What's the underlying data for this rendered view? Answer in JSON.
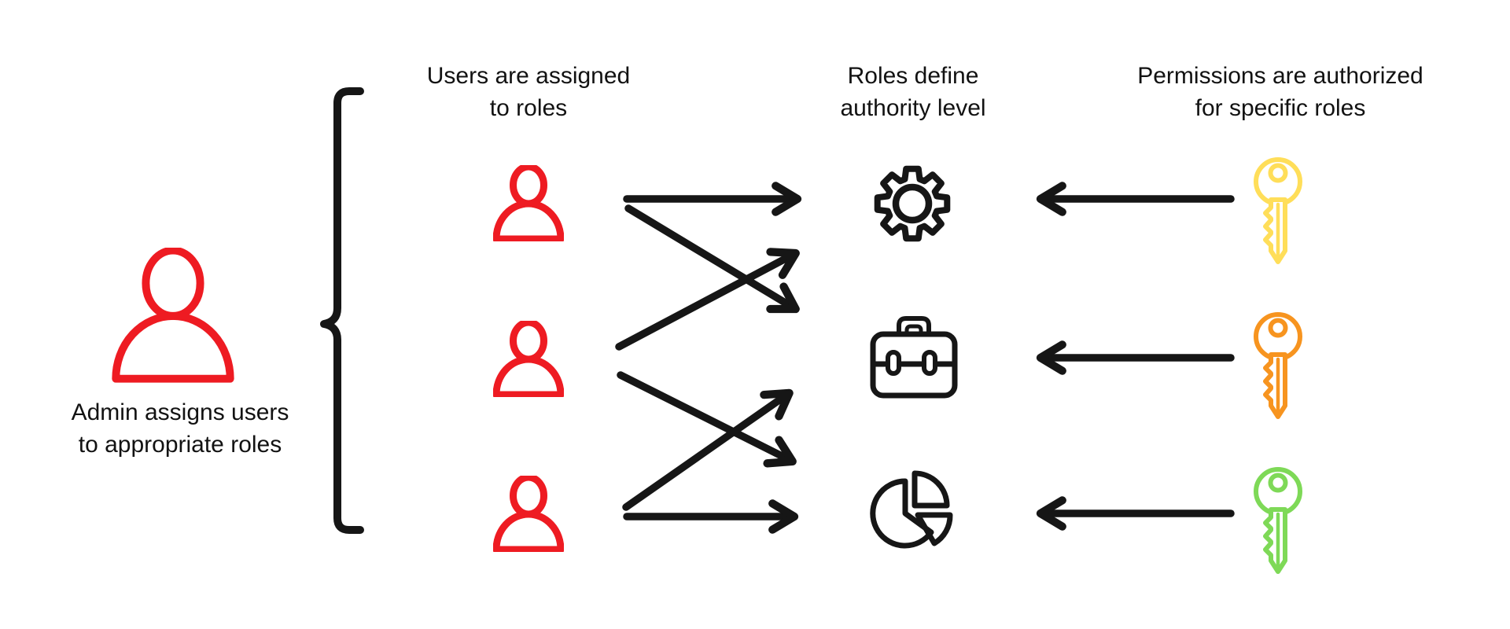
{
  "diagram": {
    "title_hint": "Role-based access control diagram",
    "colors": {
      "background": "#ffffff",
      "ink": "#161616",
      "red": "#EE1B22",
      "yellow": "#FFDE59",
      "orange": "#F7941F",
      "green": "#7ED957"
    },
    "admin": {
      "icon": "person-icon",
      "caption": {
        "line1": "Admin assigns users",
        "line2": "to appropriate roles"
      }
    },
    "users_column": {
      "heading": {
        "line1": "Users are assigned",
        "line2": "to roles"
      },
      "items": [
        "user-1",
        "user-2",
        "user-3"
      ]
    },
    "roles_column": {
      "heading": {
        "line1": "Roles define",
        "line2": "authority level"
      },
      "items": [
        "gear",
        "briefcase",
        "pie-chart"
      ]
    },
    "permissions_column": {
      "heading": {
        "line1": "Permissions are authorized",
        "line2": "for specific roles"
      },
      "items": [
        "yellow-key",
        "orange-key",
        "green-key"
      ]
    },
    "assignments": [
      {
        "from": "user-1",
        "to": "gear"
      },
      {
        "from": "user-1",
        "to": "briefcase"
      },
      {
        "from": "user-2",
        "to": "gear"
      },
      {
        "from": "user-2",
        "to": "pie-chart"
      },
      {
        "from": "user-3",
        "to": "briefcase"
      },
      {
        "from": "user-3",
        "to": "pie-chart"
      }
    ],
    "authorizations": [
      {
        "from": "yellow-key",
        "to": "gear"
      },
      {
        "from": "orange-key",
        "to": "briefcase"
      },
      {
        "from": "green-key",
        "to": "pie-chart"
      }
    ]
  }
}
